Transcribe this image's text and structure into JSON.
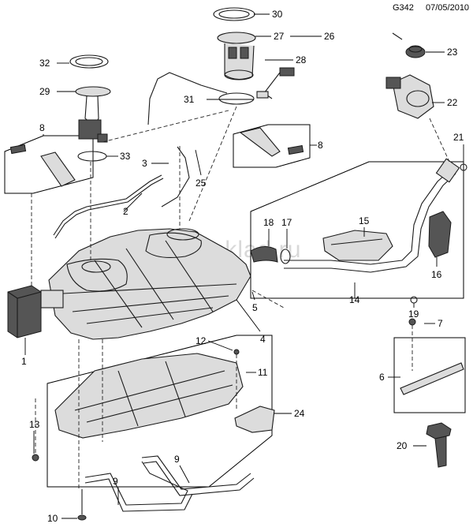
{
  "header": {
    "code": "G342",
    "date": "07/05/2010"
  },
  "watermark": "www.omsklad.ru",
  "callouts": {
    "c1": "1",
    "c2": "2",
    "c3": "3",
    "c4": "4",
    "c5": "5",
    "c6": "6",
    "c7": "7",
    "c8a": "8",
    "c8b": "8",
    "c9a": "9",
    "c9b": "9",
    "c10": "10",
    "c11": "11",
    "c12": "12",
    "c13": "13",
    "c14": "14",
    "c15": "15",
    "c16": "16",
    "c17": "17",
    "c18": "18",
    "c19": "19",
    "c20": "20",
    "c21": "21",
    "c22": "22",
    "c23": "23",
    "c24": "24",
    "c25": "25",
    "c26": "26",
    "c27": "27",
    "c28": "28",
    "c29": "29",
    "c30": "30",
    "c31": "31",
    "c32": "32",
    "c33": "33"
  }
}
